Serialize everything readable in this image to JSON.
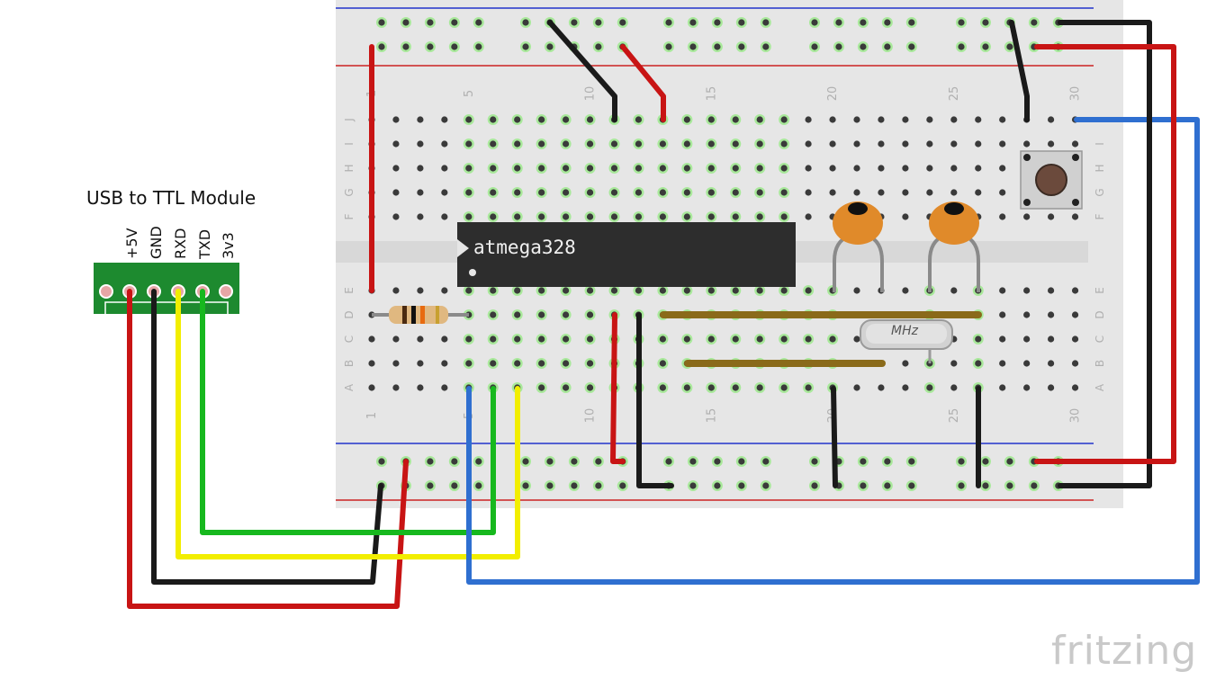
{
  "module": {
    "title": "USB to TTL Module",
    "pins": [
      "+5V",
      "GND",
      "RXD",
      "TXD",
      "3v3"
    ]
  },
  "chip": {
    "label": "atmega328"
  },
  "crystal": {
    "label": "MHz"
  },
  "breadboard": {
    "row_letters_top": [
      "J",
      "I",
      "H",
      "G",
      "F"
    ],
    "row_letters_bottom": [
      "E",
      "D",
      "C",
      "B",
      "A"
    ],
    "column_numbers": [
      "1",
      "5",
      "10",
      "15",
      "20",
      "25",
      "30"
    ]
  },
  "colors": {
    "board": "#e7e7e7",
    "wire_red": "#c81414",
    "wire_black": "#1a1a1a",
    "wire_yellow": "#f2ee00",
    "wire_green": "#17b81e",
    "wire_blue": "#2f6fd0",
    "module_green": "#1d8a2f",
    "chip": "#2d2d2d",
    "capacitor": "#e08a2a"
  },
  "brand": {
    "logo": "fritzing"
  }
}
